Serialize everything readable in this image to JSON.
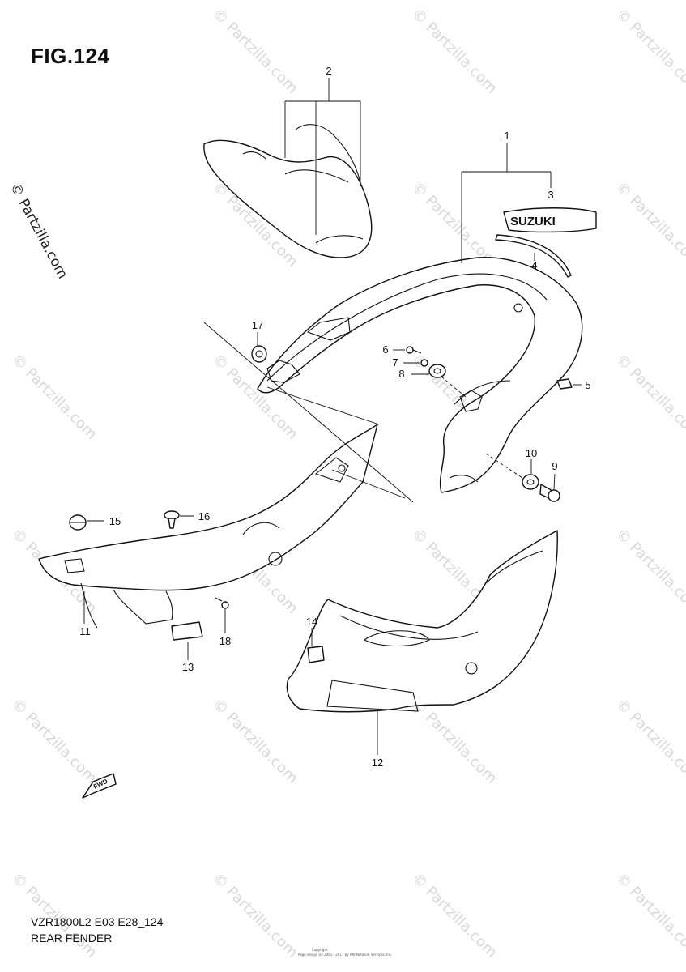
{
  "figure": {
    "title": "FIG.124",
    "side_watermark": "© Partzilla.com",
    "watermark_text": "© Partzilla.com",
    "model_code": "VZR1800L2 E03 E28_124",
    "section_name": "REAR FENDER",
    "copyright_line1": "Copyright",
    "copyright_line2": "Page design (c) 2001 - 2017 by ARI Network Services, Inc.",
    "emblem_text": "SUZUKI",
    "fwd_text": "FWD"
  },
  "callouts": [
    {
      "label": "1"
    },
    {
      "label": "2"
    },
    {
      "label": "3"
    },
    {
      "label": "4"
    },
    {
      "label": "5"
    },
    {
      "label": "6"
    },
    {
      "label": "7"
    },
    {
      "label": "8"
    },
    {
      "label": "9"
    },
    {
      "label": "10"
    },
    {
      "label": "11"
    },
    {
      "label": "12"
    },
    {
      "label": "13"
    },
    {
      "label": "14"
    },
    {
      "label": "15"
    },
    {
      "label": "16"
    },
    {
      "label": "17"
    },
    {
      "label": "18"
    }
  ]
}
